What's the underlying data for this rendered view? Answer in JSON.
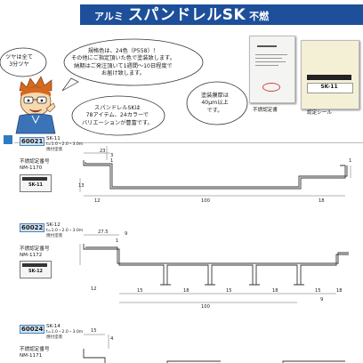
{
  "header": {
    "prefix": "アルミ",
    "title": "スパンドレルSK",
    "suffix": "不燃"
  },
  "bubbles": {
    "gloss": [
      "ツヤは全て",
      "3分ツヤ"
    ],
    "colors": [
      "規格色は、24色（P558）！",
      "その他にご指定頂いた色で塗装致します。",
      "納期はご発注頂いて1週間～10日程度で",
      "お届け致します。"
    ],
    "lineup": [
      "スパンドレルSKは",
      "78アイテム、24カラーで",
      "バリエーションが豊富です。"
    ],
    "coating": [
      "塗装膜厚は",
      "40μm以上",
      "です。"
    ]
  },
  "photos": {
    "certificate_caption": "不燃認定書",
    "label_caption": "認定シール",
    "label_code": "SK-11"
  },
  "products": [
    {
      "code": "60021",
      "model": "SK-11",
      "spec": "t=1.0・2.0・3.0m",
      "finish": "焼付塗装",
      "cert_title": "不燃認定番号",
      "cert_no": "NM-1170",
      "sticker": "SK-11",
      "dims": [
        "23",
        "3",
        "1",
        "12",
        "100",
        "18",
        "1",
        "13"
      ]
    },
    {
      "code": "60022",
      "model": "SK-12",
      "spec": "t=1.0・2.0・3.0m",
      "finish": "焼付塗装",
      "cert_title": "不燃認定番号",
      "cert_no": "NM-1172",
      "sticker": "SK-12",
      "dims": [
        "27.5",
        "9",
        "1",
        "12",
        "15",
        "18",
        "15",
        "18",
        "15",
        "18",
        "9",
        "100"
      ]
    },
    {
      "code": "60024",
      "model": "SK-14",
      "spec": "t=1.0・2.0・3.0m",
      "finish": "焼付塗装",
      "cert_title": "不燃認定番号",
      "cert_no": "NM-1171",
      "dims": [
        "15",
        "4"
      ]
    }
  ],
  "colors": {
    "brand_blue": "#1d4f9a",
    "code_fill": "#cfe3f3",
    "marker_blue": "#2f7cc4"
  }
}
